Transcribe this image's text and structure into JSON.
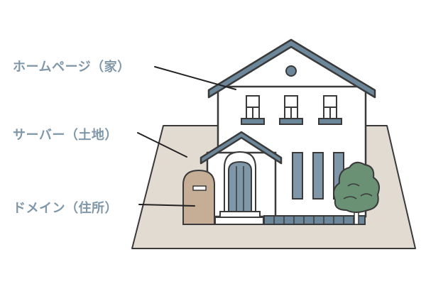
{
  "labels": {
    "homepage": "ホームページ（家）",
    "server": "サーバー（土地）",
    "domain": "ドメイン（住所）"
  },
  "colors": {
    "label_text": "#7f97a8",
    "outline": "#3a3a3a",
    "roof": "#6c8799",
    "ground": "#e2dbd2",
    "wall": "#ffffff",
    "door": "#7f97a8",
    "mailbox": "#c5ae95",
    "tree": "#6a9174",
    "fence": "#6c8799"
  },
  "icons": {
    "house": "house-illustration",
    "mailbox": "mailbox-icon",
    "tree": "tree-icon"
  }
}
